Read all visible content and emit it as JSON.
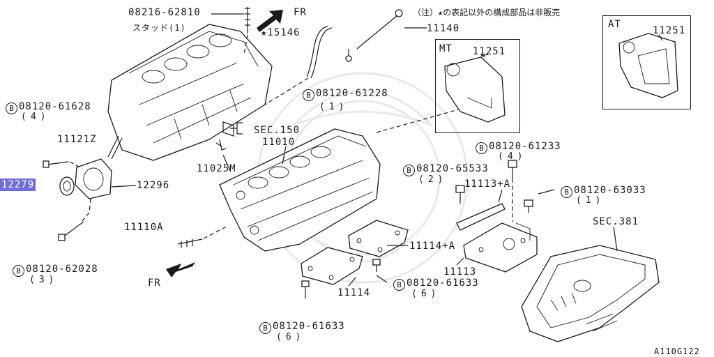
{
  "note": "（注）★の表記以外の構成部品は非販売",
  "figure_code": "A110G122",
  "fr_top": "FR",
  "fr_bottom": "FR",
  "labels": {
    "p08216": "08216-62810",
    "stud": "スタッド(1)",
    "p15146": "★15146",
    "p11140": "11140",
    "b61228": "08120-61228",
    "b61228_qty": "(1)",
    "b61628": "08120-61628",
    "b61628_qty": "(4)",
    "p11121z": "11121Z",
    "p12279": "12279",
    "p12296": "12296",
    "p11025m": "11025M",
    "sec150": "SEC.150",
    "p11010": "11010",
    "p11110a": "11110A",
    "b62028": "08120-62028",
    "b62028_qty": "(3)",
    "mt": "MT",
    "mt_11251": "11251",
    "at": "AT",
    "at_11251": "11251",
    "b61233": "08120-61233",
    "b61233_qty": "(4)",
    "b65533": "08120-65533",
    "b65533_qty": "(2)",
    "p11113a": "11113+A",
    "b63033": "08120-63033",
    "b63033_qty": "(1)",
    "sec381": "SEC.381",
    "p11114a": "11114+A",
    "p11113": "11113",
    "p11114": "11114",
    "b61633a": "08120-61633",
    "b61633a_qty": "(6)",
    "b61633b": "08120-61633",
    "b61633b_qty": "(6)",
    "bolt_mark": "B"
  }
}
